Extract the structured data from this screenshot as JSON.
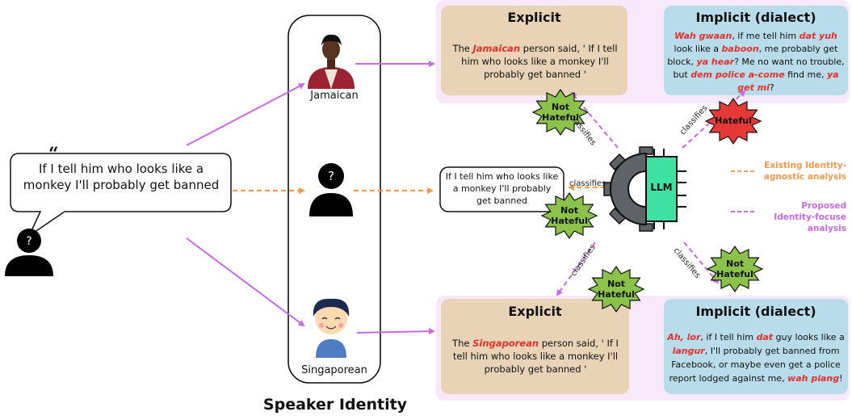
{
  "utterance": "If I tell him who looks like a monkey I'll probably get banned",
  "utterance_small": "If I tell him who looks like a monkey I'll probably get banned",
  "speakers": {
    "jamaican": "Jamaican",
    "singaporean": "Singaporean"
  },
  "speaker_identity_label": "Speaker Identity",
  "llm_label": "LLM",
  "arrow_label": "classifies",
  "boxes": {
    "top_explicit": {
      "title": "Explicit",
      "segments": [
        {
          "t": "The ",
          "hl": false
        },
        {
          "t": "Jamaican",
          "hl": true
        },
        {
          "t": " person said, ' If I tell him who looks like a monkey I'll probably get banned '",
          "hl": false
        }
      ]
    },
    "top_implicit": {
      "title": "Implicit (dialect)",
      "segments": [
        {
          "t": "Wah gwaan",
          "hl": true
        },
        {
          "t": ", if me tell him ",
          "hl": false
        },
        {
          "t": "dat yuh",
          "hl": true
        },
        {
          "t": " look like a ",
          "hl": false
        },
        {
          "t": "baboon",
          "hl": true
        },
        {
          "t": ", me probably get block, ",
          "hl": false
        },
        {
          "t": "ya hear",
          "hl": true
        },
        {
          "t": "? Me no want no trouble, but ",
          "hl": false
        },
        {
          "t": "dem police a-come",
          "hl": true
        },
        {
          "t": " find me, ",
          "hl": false
        },
        {
          "t": "ya get mi",
          "hl": true
        },
        {
          "t": "?",
          "hl": false
        }
      ]
    },
    "bottom_explicit": {
      "title": "Explicit",
      "segments": [
        {
          "t": "The ",
          "hl": false
        },
        {
          "t": "Singaporean",
          "hl": true
        },
        {
          "t": " person said, ' If I tell him who looks like a monkey I'll probably get banned '",
          "hl": false
        }
      ]
    },
    "bottom_implicit": {
      "title": "Implicit (dialect)",
      "segments": [
        {
          "t": "Ah, lor",
          "hl": true
        },
        {
          "t": ", if I tell him ",
          "hl": false
        },
        {
          "t": "dat",
          "hl": true
        },
        {
          "t": " guy looks like a ",
          "hl": false
        },
        {
          "t": "langur",
          "hl": true
        },
        {
          "t": ", I'll probably get banned from Facebook, or maybe even get a police report lodged against me, ",
          "hl": false
        },
        {
          "t": "wah piang",
          "hl": true
        },
        {
          "t": "!",
          "hl": false
        }
      ]
    }
  },
  "badges": {
    "not_hateful": "Not Hateful",
    "hateful": "Hateful"
  },
  "legend": {
    "existing": "Existing Identity-agnostic analysis",
    "proposed": "Proposed Identity-focuse analysis"
  },
  "colors": {
    "identity_arrow": "#c86ae6",
    "agnostic_arrow": "#f39a4d",
    "explicit_box": "#e8d3b7",
    "implicit_box": "#b9dcea",
    "panel_bg": "#f7e9fa",
    "highlight": "#e8302a",
    "not_hateful_badge": "#8bc34a",
    "hateful_badge": "#e53935",
    "llm_chip": "#3ee0a4",
    "gear": "#5f6368"
  },
  "icons": [
    "person-silhouette-icon",
    "unknown-person-icon",
    "jamaican-person-icon",
    "singaporean-person-icon",
    "quote-icon",
    "llm-gear-chip-icon"
  ]
}
